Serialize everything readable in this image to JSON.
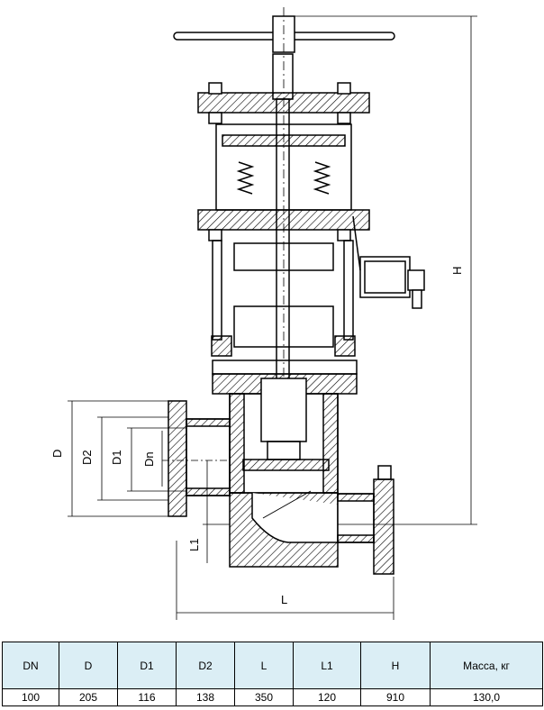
{
  "drawing": {
    "dim_labels": {
      "D": "D",
      "D2": "D2",
      "D1": "D1",
      "Dn": "Dn",
      "L1": "L1",
      "L": "L",
      "H": "H"
    }
  },
  "table": {
    "headers": [
      "DN",
      "D",
      "D1",
      "D2",
      "L",
      "L1",
      "H",
      "Масса, кг"
    ],
    "values": [
      "100",
      "205",
      "116",
      "138",
      "350",
      "120",
      "910",
      "130,0"
    ]
  }
}
